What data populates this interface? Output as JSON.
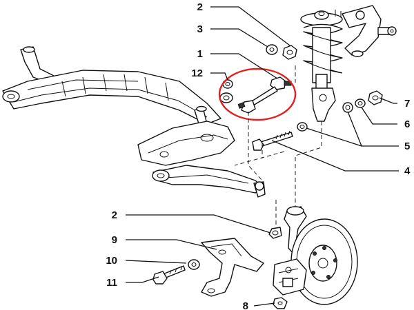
{
  "callouts": {
    "c1": "1",
    "c2_top": "2",
    "c2_bottom": "2",
    "c3": "3",
    "c4": "4",
    "c5": "5",
    "c6": "6",
    "c7": "7",
    "c8": "8",
    "c9": "9",
    "c10": "10",
    "c11": "11",
    "c12": "12"
  },
  "colors": {
    "highlight": "#e02020",
    "line": "#111111",
    "background": "#ffffff"
  }
}
